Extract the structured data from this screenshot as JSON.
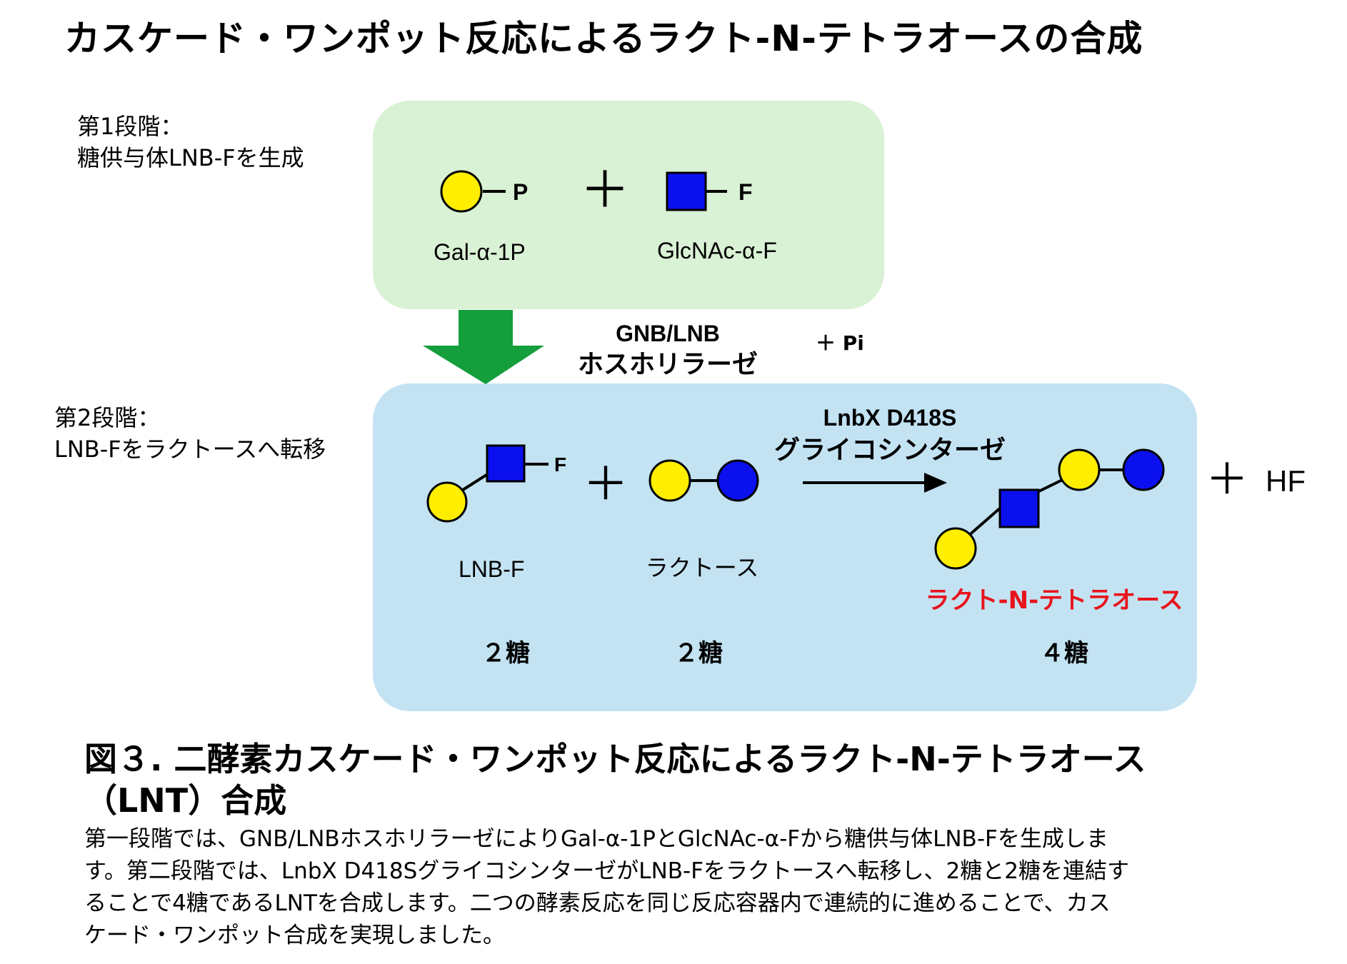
{
  "title": "カスケード・ワンポット反応によるラクト-N-テトラオースの合成",
  "step1": {
    "line1": "第1段階：",
    "line2": "糖供与体LNB-Fを生成"
  },
  "step2": {
    "line1": "第2段階：",
    "line2": "LNB-Fをラクトースへ転移"
  },
  "reaction1": {
    "reactant1_label": "Gal-α-1P",
    "reactant1_tag": "P",
    "reactant2_label": "GlcNAc-α-F",
    "reactant2_tag": "F",
    "plus": "＋",
    "enzyme_line1": "GNB/LNB",
    "enzyme_line2": "ホスホリラーゼ",
    "byproduct": "＋ Pi"
  },
  "reaction2": {
    "reactant1_label": "LNB-F",
    "reactant1_tag": "F",
    "reactant2_label": "ラクトース",
    "product_label": "ラクト-N-テトラオース",
    "enzyme_line1": "LnbX D418S",
    "enzyme_line2": "グライコシンターゼ",
    "plus": "＋",
    "byproduct_plus": "＋",
    "byproduct": "HF",
    "count1": "２糖",
    "count2": "２糖",
    "count3": "４糖"
  },
  "caption": {
    "title_line1": "図３. 二酵素カスケード・ワンポット反応によるラクト-N-テトラオース",
    "title_line2": "（LNT）合成",
    "body_lines": [
      "第一段階では、GNB/LNBホスホリラーゼによりGal-α-1PとGlcNAc-α-Fから糖供与体LNB-Fを生成しま",
      "す。第二段階では、LnbX D418SグライコシンターゼがLNB-Fをラクトースへ転移し、2糖と2糖を連結す",
      "ることで4糖であるLNTを合成します。二つの酵素反応を同じ反応容器内で連続的に進めることで、カス",
      "ケード・ワンポット合成を実現しました。"
    ]
  },
  "colors": {
    "galactose": "#ffee00",
    "glcnac": "#0a10ee",
    "stage1_bg": "#d9f1d4",
    "stage2_bg": "#c3e3f3",
    "arrow_green": "#149e3c",
    "product_red": "#e8141c"
  },
  "icons": {
    "galactose": "yellow-circle",
    "glcnac": "blue-square",
    "glucose": "blue-circle"
  }
}
